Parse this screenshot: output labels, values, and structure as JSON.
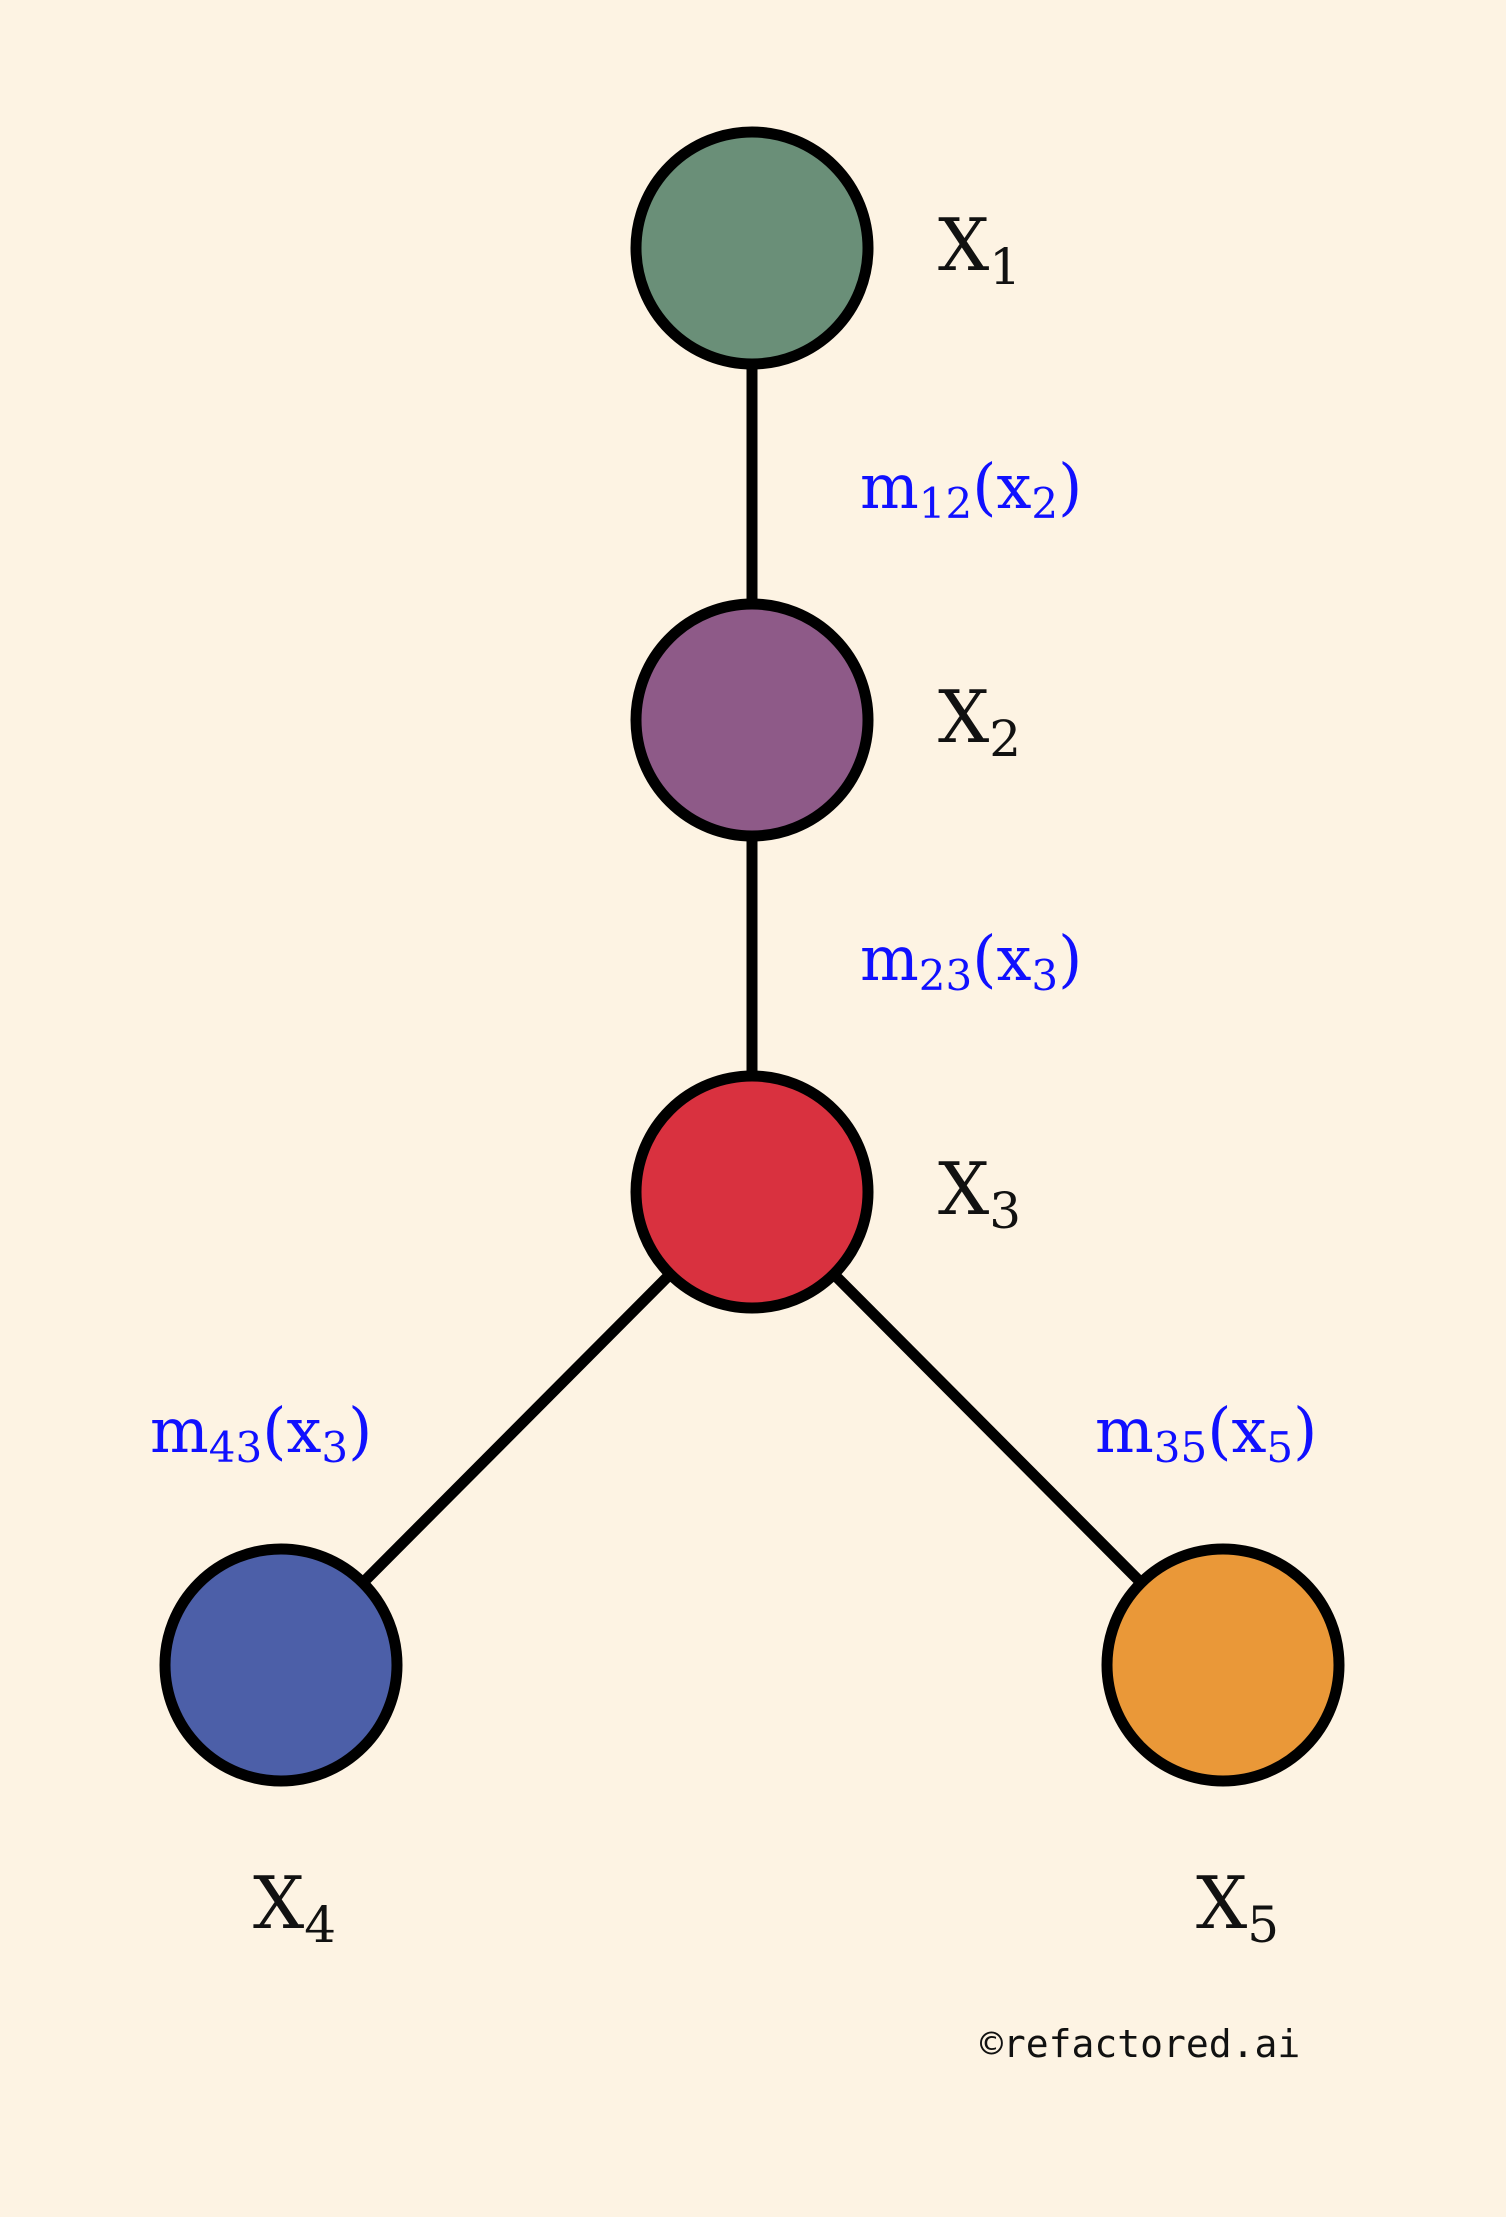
{
  "nodes": [
    {
      "id": "X1",
      "label": "X",
      "sub": "1",
      "color": "#6a8f78"
    },
    {
      "id": "X2",
      "label": "X",
      "sub": "2",
      "color": "#8e5a88"
    },
    {
      "id": "X3",
      "label": "X",
      "sub": "3",
      "color": "#d9313f"
    },
    {
      "id": "X4",
      "label": "X",
      "sub": "4",
      "color": "#4c5fa8"
    },
    {
      "id": "X5",
      "label": "X",
      "sub": "5",
      "color": "#ea9838"
    }
  ],
  "edges": [
    {
      "from": "X1",
      "to": "X2"
    },
    {
      "from": "X2",
      "to": "X3"
    },
    {
      "from": "X3",
      "to": "X4"
    },
    {
      "from": "X3",
      "to": "X5"
    }
  ],
  "messages": [
    {
      "name": "m",
      "sub": "12",
      "arg": "x",
      "arg_sub": "2"
    },
    {
      "name": "m",
      "sub": "23",
      "arg": "x",
      "arg_sub": "3"
    },
    {
      "name": "m",
      "sub": "43",
      "arg": "x",
      "arg_sub": "3"
    },
    {
      "name": "m",
      "sub": "35",
      "arg": "x",
      "arg_sub": "5"
    }
  ],
  "colors": {
    "background": "#fdf3e3",
    "message_text": "#1010ff",
    "outline": "#000000"
  },
  "copyright": "©refactored.ai"
}
